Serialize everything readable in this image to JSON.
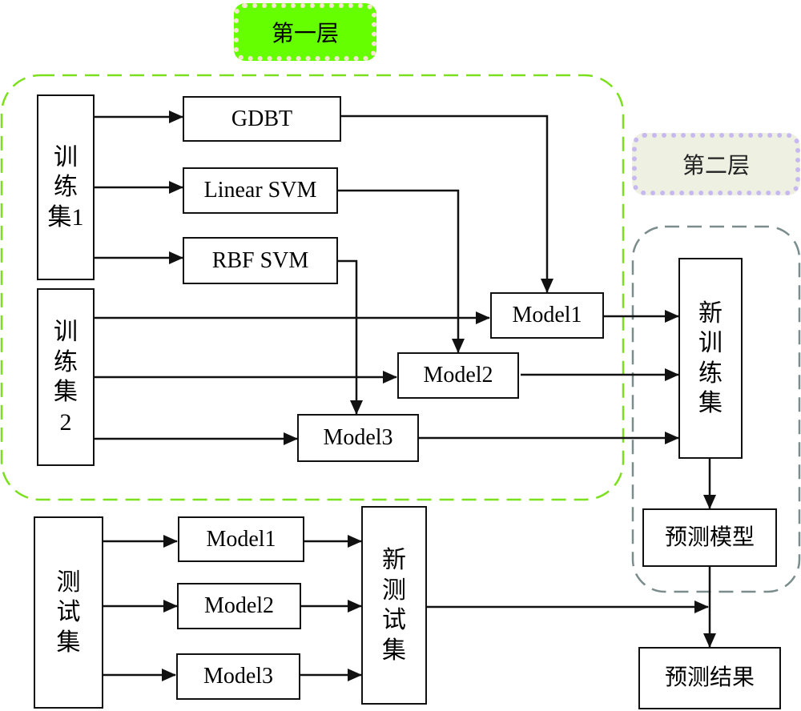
{
  "layers": {
    "layer1_label": "第一层",
    "layer2_label": "第二层",
    "layer1_color": "#66ff00",
    "layer1_border_color": "#7be01b",
    "layer2_fill": "#eef0e2",
    "layer2_border_color": "#c7b8f0",
    "layer2_group_border_color": "#7a8c8c"
  },
  "train_set_1": {
    "chars": [
      "训",
      "练",
      "集1"
    ]
  },
  "train_set_2": {
    "chars": [
      "训",
      "练",
      "集",
      "2"
    ]
  },
  "test_set": {
    "chars": [
      "测",
      "试",
      "集"
    ]
  },
  "base_models": {
    "gdbt": "GDBT",
    "linear_svm": "Linear SVM",
    "rbf_svm": "RBF SVM"
  },
  "trained_models": {
    "model1": "Model1",
    "model2": "Model2",
    "model3": "Model3"
  },
  "test_models": {
    "model1": "Model1",
    "model2": "Model2",
    "model3": "Model3"
  },
  "new_train_set": {
    "chars": [
      "新",
      "训",
      "练",
      "集"
    ]
  },
  "new_test_set": {
    "chars": [
      "新",
      "测",
      "试",
      "集"
    ]
  },
  "prediction_model": "预测模型",
  "prediction_result": "预测结果"
}
